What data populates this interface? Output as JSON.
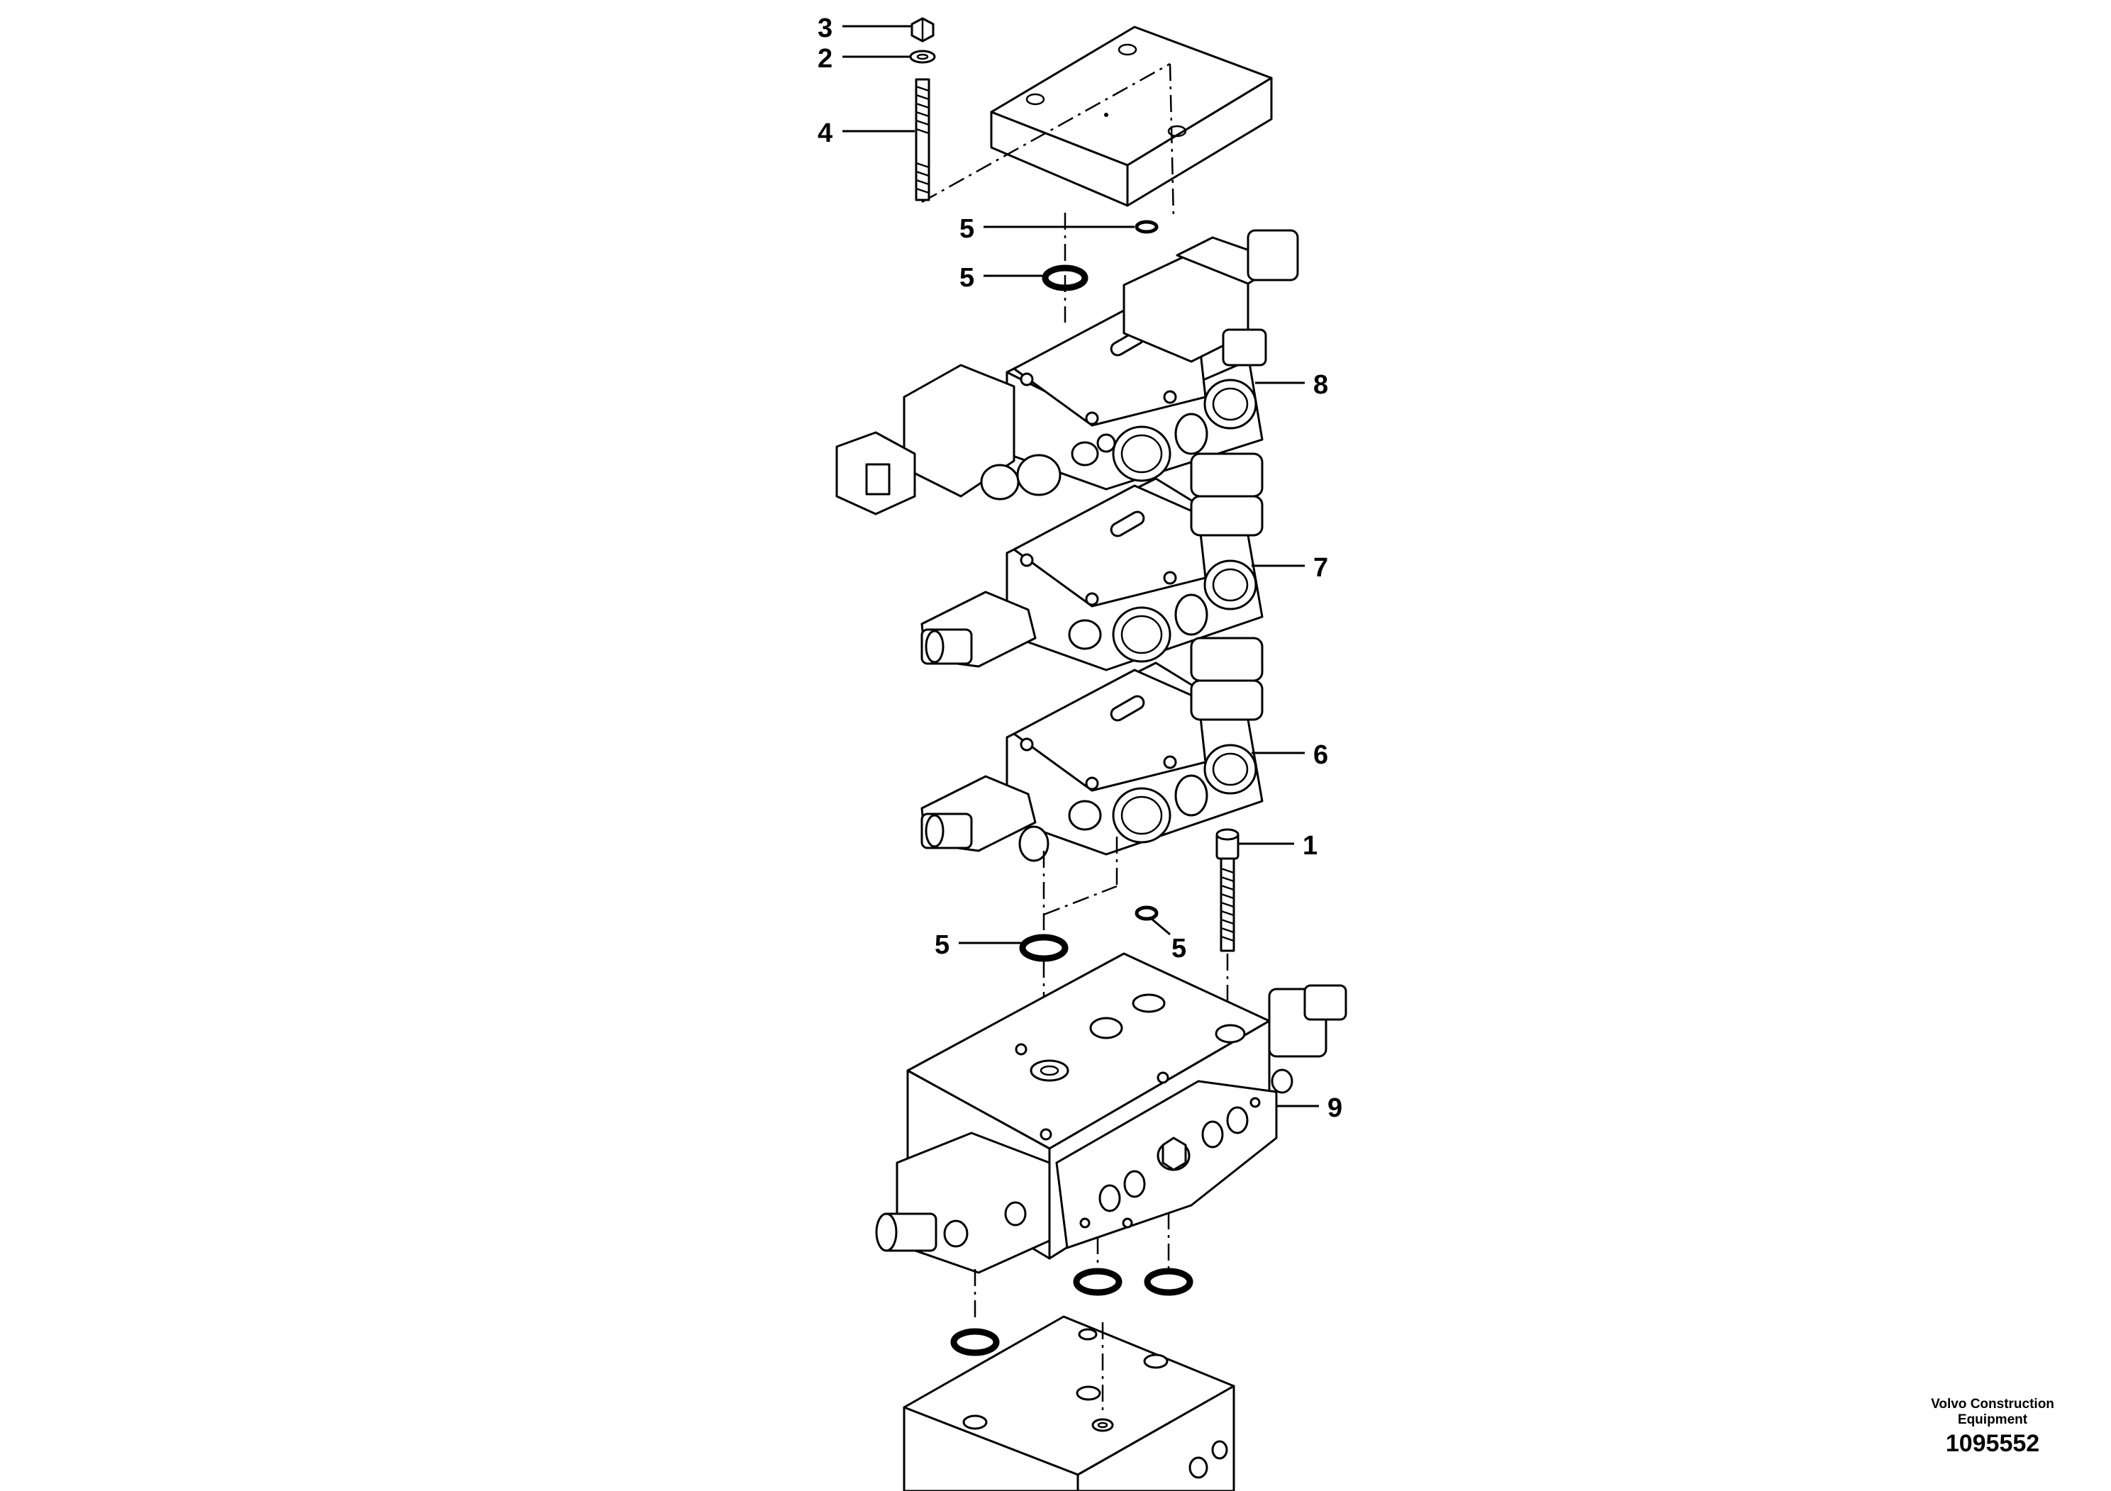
{
  "callouts": {
    "c1": "1",
    "c2": "2",
    "c3": "3",
    "c4": "4",
    "c5a": "5",
    "c5b": "5",
    "c5c": "5",
    "c5d": "5",
    "c6": "6",
    "c7": "7",
    "c8": "8",
    "c9": "9"
  },
  "credit": {
    "line1": "Volvo Construction",
    "line2": "Equipment",
    "number": "1095552"
  }
}
